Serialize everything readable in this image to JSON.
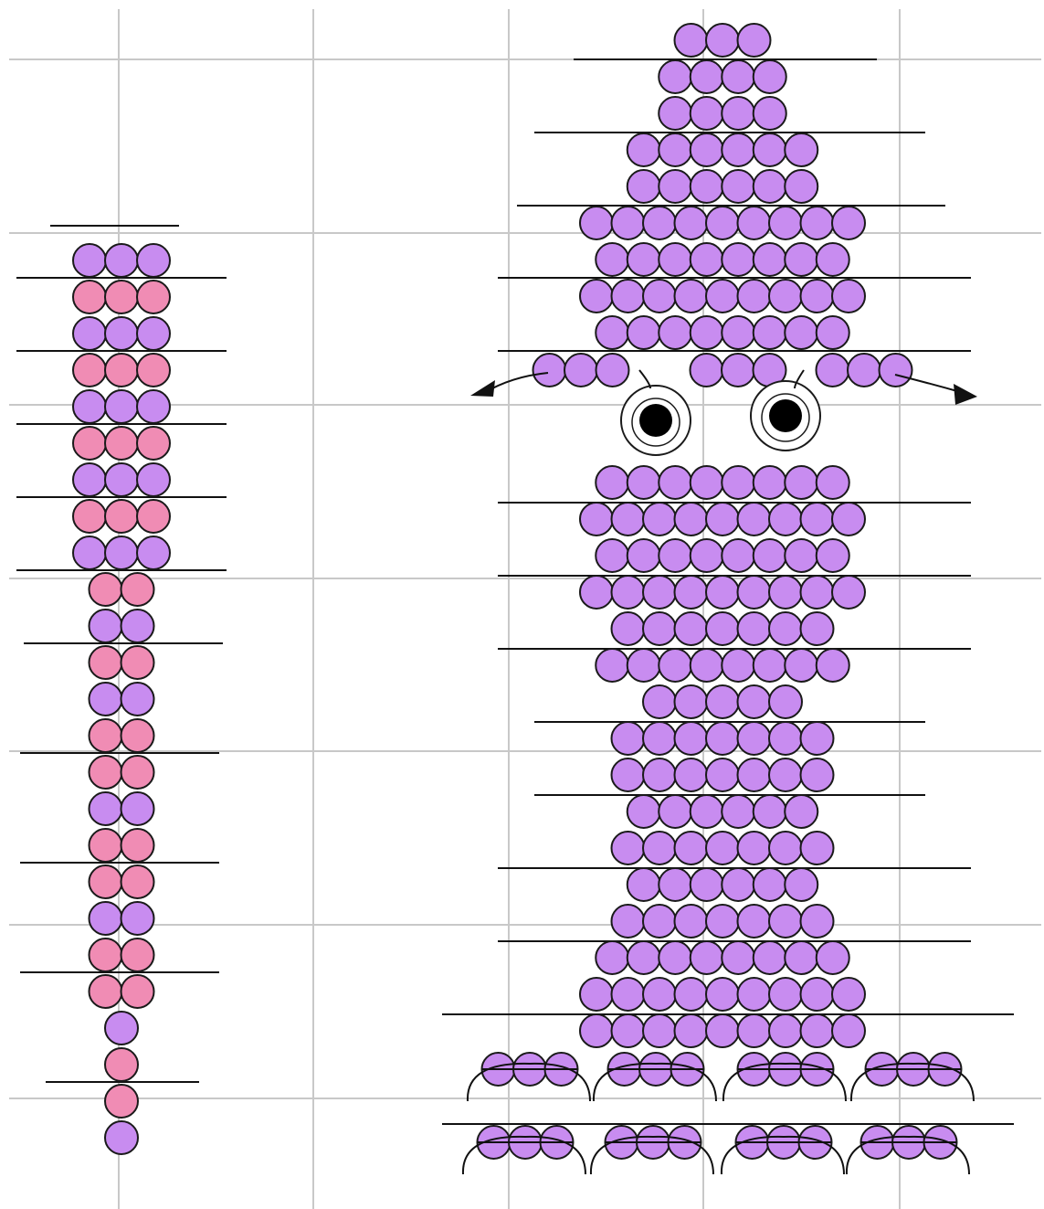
{
  "colors": {
    "background": "#ffffff",
    "grid_line": "#c8c8c8",
    "bead_lilac": "#c88cf0",
    "bead_pink": "#f08cb4",
    "bead_outline": "#1a1a1a",
    "thread": "#111111",
    "eye_white": "#ffffff",
    "eye_pupil": "#000000"
  },
  "strip_pattern": {
    "rows": [
      [
        "L",
        "L",
        "L"
      ],
      [
        "P",
        "P",
        "P"
      ],
      [
        "L",
        "L",
        "L"
      ],
      [
        "P",
        "P",
        "P"
      ],
      [
        "L",
        "L",
        "L"
      ],
      [
        "P",
        "P",
        "P"
      ],
      [
        "L",
        "L",
        "L"
      ],
      [
        "P",
        "P",
        "P"
      ],
      [
        "L",
        "L",
        "L"
      ],
      [
        "P",
        "P"
      ],
      [
        "L",
        "L"
      ],
      [
        "P",
        "P"
      ],
      [
        "L",
        "L"
      ],
      [
        "P",
        "P"
      ],
      [
        "P",
        "P"
      ],
      [
        "L",
        "L"
      ],
      [
        "P",
        "P"
      ],
      [
        "P",
        "P"
      ],
      [
        "L",
        "L"
      ],
      [
        "P",
        "P"
      ],
      [
        "P",
        "P"
      ],
      [
        "L"
      ],
      [
        "P"
      ],
      [
        "P"
      ],
      [
        "L"
      ]
    ]
  },
  "octopus_pattern": {
    "hat_rows": [
      3,
      4,
      4,
      6,
      6,
      9,
      8,
      9,
      8
    ],
    "hat_brim": [
      3,
      3,
      3
    ],
    "body_rows": [
      8,
      9,
      8,
      9,
      7,
      8,
      5,
      7,
      7,
      6,
      7,
      6,
      7,
      8,
      9,
      9
    ],
    "tentacle_groups": 4,
    "beads_per_tentacle": 3,
    "eyes": 2
  }
}
